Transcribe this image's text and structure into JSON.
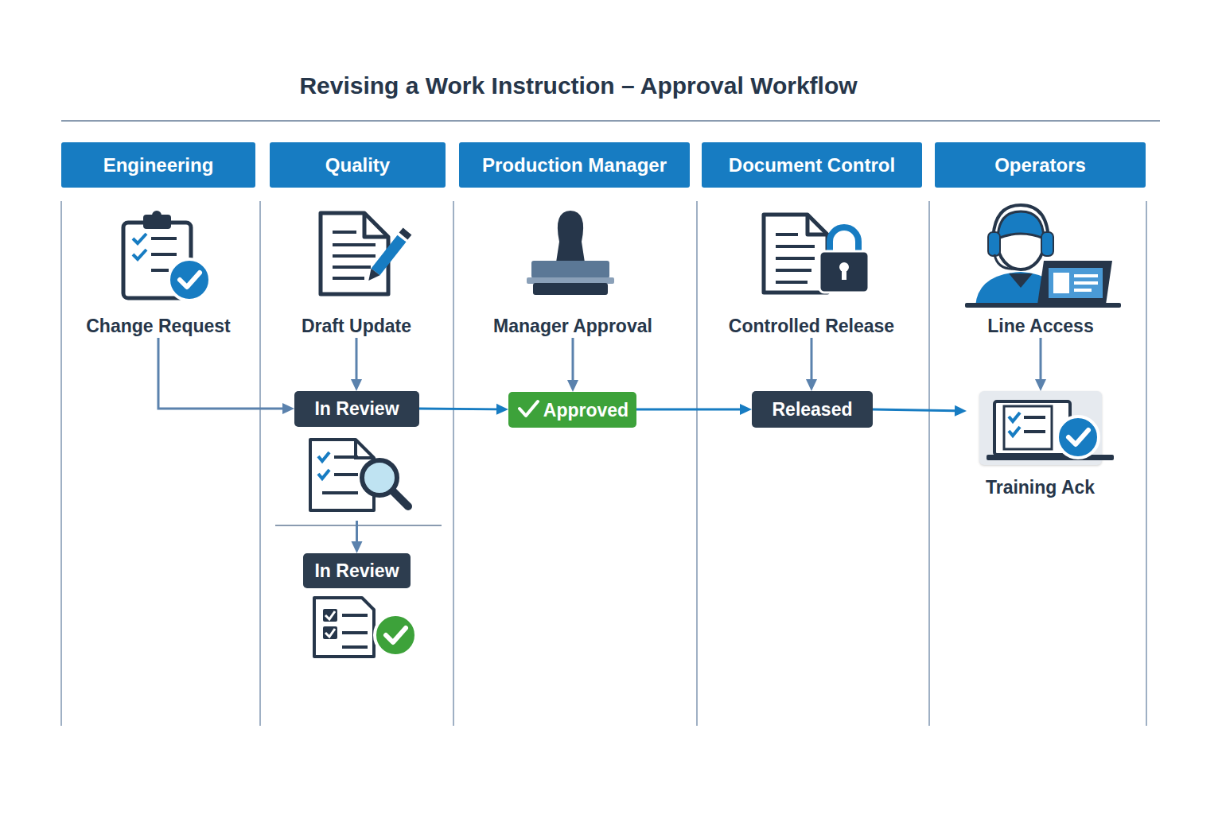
{
  "diagram": {
    "title": "Revising a Work Instruction – Approval Workflow",
    "nodes": [
      {
        "text": [
          "Engineering"
        ]
      },
      {
        "text": [
          "Quality"
        ]
      },
      {
        "text": [
          "Production Manager"
        ]
      },
      {
        "text": [
          "Document Control"
        ]
      },
      {
        "text": [
          "Operators"
        ]
      },
      {
        "text": [
          "Change Request"
        ],
        "in": 0
      },
      {
        "text": [
          "Draft Update"
        ],
        "in": 1
      },
      {
        "text": [
          "Manager Approval"
        ],
        "in": 2
      },
      {
        "text": [
          "Controlled Release"
        ],
        "in": 3
      },
      {
        "text": [
          "Line Access"
        ],
        "in": 4
      },
      {
        "text": [
          "In Review"
        ],
        "in": 1
      },
      {
        "text": [
          "In Review"
        ],
        "in": 1
      },
      {
        "text": [
          "Approved"
        ],
        "in": 2
      },
      {
        "text": [
          "Released"
        ],
        "in": 3
      },
      {
        "text": [
          "Training Ack"
        ],
        "in": 4
      }
    ],
    "edges": [
      {
        "from": 5,
        "to": 10,
        "arrow": "to"
      },
      {
        "from": 6,
        "to": 10,
        "arrow": "to"
      },
      {
        "from": 10,
        "to": 11,
        "arrow": "to"
      },
      {
        "from": 10,
        "to": 12,
        "arrow": "to"
      },
      {
        "from": 7,
        "to": 12,
        "arrow": "to"
      },
      {
        "from": 12,
        "to": 13,
        "arrow": "to"
      },
      {
        "from": 8,
        "to": 13,
        "arrow": "to"
      },
      {
        "from": 13,
        "to": 14,
        "arrow": "to"
      },
      {
        "from": 9,
        "to": 14,
        "arrow": "to"
      }
    ]
  }
}
